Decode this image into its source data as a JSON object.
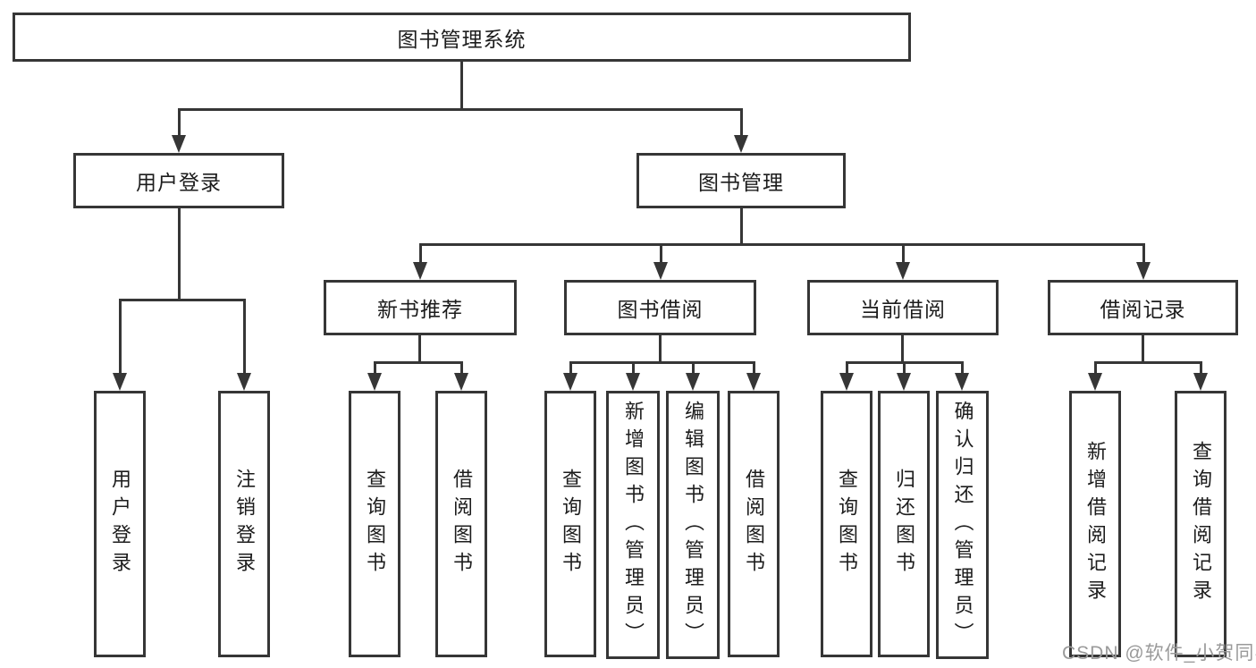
{
  "tree": {
    "label": "图书管理系统",
    "children": [
      {
        "label": "用户登录",
        "children": [
          {
            "label": "用户登录"
          },
          {
            "label": "注销登录"
          }
        ]
      },
      {
        "label": "图书管理",
        "children": [
          {
            "label": "新书推荐",
            "children": [
              {
                "label": "查询图书"
              },
              {
                "label": "借阅图书"
              }
            ]
          },
          {
            "label": "图书借阅",
            "children": [
              {
                "label": "查询图书"
              },
              {
                "label": "新增图书（管理员）"
              },
              {
                "label": "编辑图书（管理员）"
              },
              {
                "label": "借阅图书"
              }
            ]
          },
          {
            "label": "当前借阅",
            "children": [
              {
                "label": "查询图书"
              },
              {
                "label": "归还图书"
              },
              {
                "label": "确认归还（管理员）"
              }
            ]
          },
          {
            "label": "借阅记录",
            "children": [
              {
                "label": "新增借阅记录"
              },
              {
                "label": "查询借阅记录"
              }
            ]
          }
        ]
      }
    ]
  },
  "watermark": "CSDN @软件_小贺同学",
  "colors": {
    "line": "#363636",
    "text": "#1c1c1c",
    "watermark": "#9a9a9a",
    "background": "#ffffff"
  }
}
